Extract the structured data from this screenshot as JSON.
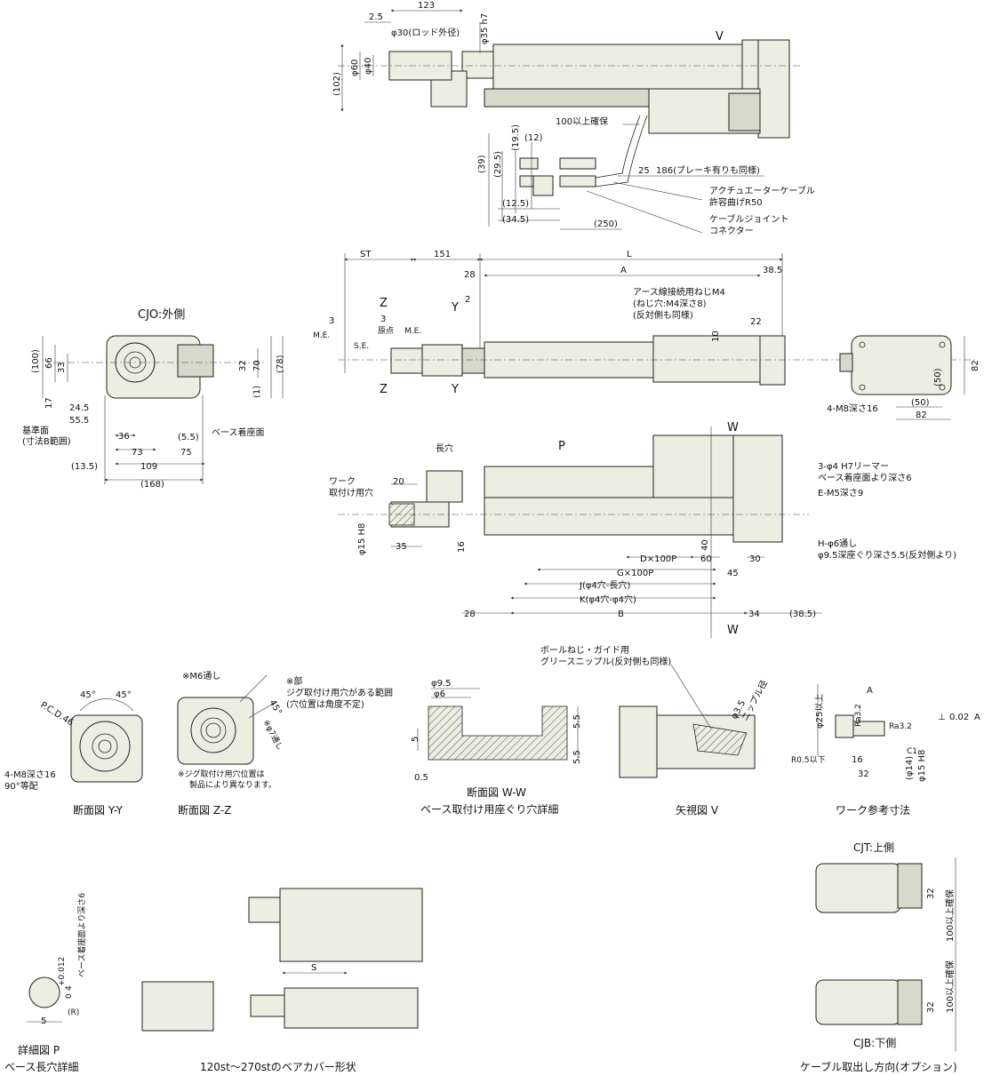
{
  "top_view": {
    "dims": [
      "123",
      "2.5",
      "φ30(ロッド外径)",
      "φ35 h7",
      "(102)",
      "φ60",
      "φ40",
      "V"
    ],
    "cable": [
      "100以上確保",
      "(12)",
      "(19.5)",
      "(29.5)",
      "(39)",
      "(12.5)",
      "(34.5)",
      "(250)",
      "25",
      "186(ブレーキ有りも同様)"
    ],
    "notes": [
      "アクチュエーターケーブル",
      "許容曲げR50",
      "ケーブルジョイント",
      "コネクター"
    ]
  },
  "side_view": {
    "dims": [
      "ST",
      "151",
      "L",
      "28",
      "A",
      "38.5",
      "2",
      "10",
      "22"
    ],
    "labels": [
      "M.E.",
      "S.E.",
      "原点",
      "M.E.",
      "3",
      "3",
      "Y",
      "Y",
      "Z",
      "Z"
    ],
    "note": [
      "アース線接続用ねじM4",
      "(ねじ穴:M4深さ8)",
      "(反対側も同様)"
    ]
  },
  "end_view": {
    "dims": [
      "82",
      "(50)",
      "(50)",
      "82"
    ],
    "note": "4-M8深さ16"
  },
  "cjo": {
    "title": "CJO:外側",
    "dims": [
      "(100)",
      "66",
      "33",
      "17",
      "32",
      "70",
      "(78)",
      "(1)",
      "24.5",
      "55.5",
      "36",
      "73",
      "(5.5)",
      "75",
      "(13.5)",
      "109",
      "(168)"
    ],
    "notes": [
      "基準面",
      "(寸法B範囲)",
      "ベース着座面"
    ]
  },
  "bottom_view": {
    "dims": [
      "W",
      "W",
      "20",
      "φ15 H8",
      "35",
      "16",
      "D×100P",
      "60",
      "30",
      "40",
      "G×100P",
      "45",
      "J(φ4穴-長穴)",
      "K(φ4穴-φ4穴)",
      "28",
      "B",
      "34",
      "(38.5)"
    ],
    "labels": [
      "長穴",
      "P",
      "ワーク",
      "取付け用穴"
    ],
    "notes": [
      "3-φ4 H7リーマー",
      "ベース着座面より深さ6",
      "E-M5深さ9",
      "H-φ6通し",
      "φ9.5深座ぐり深さ5.5(反対側より)"
    ]
  },
  "section_yy": {
    "caption": "断面図 Y-Y",
    "dims": [
      "45°",
      "45°",
      "P.C.D.46"
    ],
    "notes": [
      "4-M8深さ16",
      "90°等配"
    ]
  },
  "section_zz": {
    "caption": "断面図 Z-Z",
    "notes": [
      "※M6通し",
      "※部",
      "ジグ取付け用穴がある範囲",
      "(穴位置は角度不定)",
      "45°",
      "※ジグ取付け用穴位置は",
      "製品により異なります。",
      "※φ7通し"
    ]
  },
  "section_ww": {
    "caption": "断面図 W-W",
    "subcaption": "ベース取付け用座ぐり穴詳細",
    "dims": [
      "φ9.5",
      "φ6",
      "5",
      "0.5",
      "5.5",
      "5.5"
    ]
  },
  "view_v": {
    "caption": "矢視図 V",
    "notes": [
      "ボールねじ・ガイド用",
      "グリースニップル(反対側も同様)",
      "φ3.5",
      "ニップル径"
    ]
  },
  "work_ref": {
    "caption": "ワーク参考寸法",
    "dims": [
      "φ25以上",
      "Ra3.2",
      "A",
      "Ra3.2",
      "⊥",
      "0.02",
      "A",
      "R0.5以下",
      "C1",
      "16",
      "32",
      "(φ14)",
      "φ15 H8"
    ]
  },
  "detail_p": {
    "caption": "詳細図 P",
    "subcaption": "ベース長穴詳細",
    "dims": [
      "ベース着座面より深さ6",
      "4",
      "+0.012",
      "0",
      "(R)",
      "5"
    ]
  },
  "bellows": {
    "caption": "120st〜270stのベアカバー形状",
    "dim": "S"
  },
  "cable_option": {
    "caption": "ケーブル取出し方向(オプション)",
    "top_label": "CJT:上側",
    "bottom_label": "CJB:下側",
    "dims": [
      "32",
      "100以上確保",
      "32",
      "100以上確保"
    ]
  }
}
